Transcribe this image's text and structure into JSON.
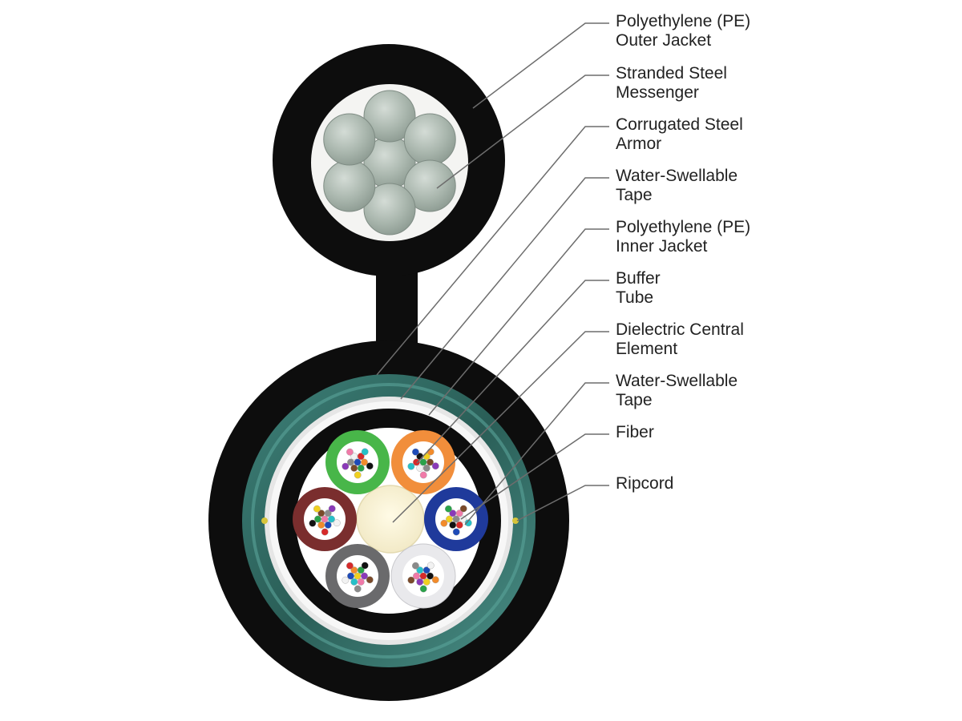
{
  "diagram": {
    "callouts": [
      {
        "id": "pe-outer-jacket",
        "lines": [
          "Polyethylene (PE)",
          "Outer Jacket"
        ]
      },
      {
        "id": "steel-messenger",
        "lines": [
          "Stranded Steel",
          "Messenger"
        ]
      },
      {
        "id": "corrugated-armor",
        "lines": [
          "Corrugated Steel",
          "Armor"
        ]
      },
      {
        "id": "water-swellable-tape-outer",
        "lines": [
          "Water-Swellable",
          "Tape"
        ]
      },
      {
        "id": "pe-inner-jacket",
        "lines": [
          "Polyethylene (PE)",
          "Inner Jacket"
        ]
      },
      {
        "id": "buffer-tube",
        "lines": [
          "Buffer",
          "Tube"
        ]
      },
      {
        "id": "dielectric-central-element",
        "lines": [
          "Dielectric Central",
          "Element"
        ]
      },
      {
        "id": "water-swellable-tape-inner",
        "lines": [
          "Water-Swellable",
          "Tape"
        ]
      },
      {
        "id": "fiber",
        "lines": [
          "Fiber"
        ]
      },
      {
        "id": "ripcord",
        "lines": [
          "Ripcord"
        ]
      }
    ],
    "colors": {
      "jacket": "#0d0d0d",
      "armor": "#2f6a62",
      "steel_wire": "#a9b6ad",
      "central_element": "#f8f1cf",
      "tube_colors": [
        "#48b649",
        "#f18e3b",
        "#1f3a9b",
        "#e9e9ec",
        "#6a6a6c",
        "#7a2e2e"
      ],
      "fiber_colors": [
        "#1e4bb8",
        "#f28b2b",
        "#2aa24a",
        "#7a4a2a",
        "#8a8a8a",
        "#f2f2f2",
        "#d62a2a",
        "#111111",
        "#f0d020",
        "#8a3ab8",
        "#f07aa8",
        "#26c0c8"
      ],
      "ripcord": "#d6c43a"
    }
  }
}
